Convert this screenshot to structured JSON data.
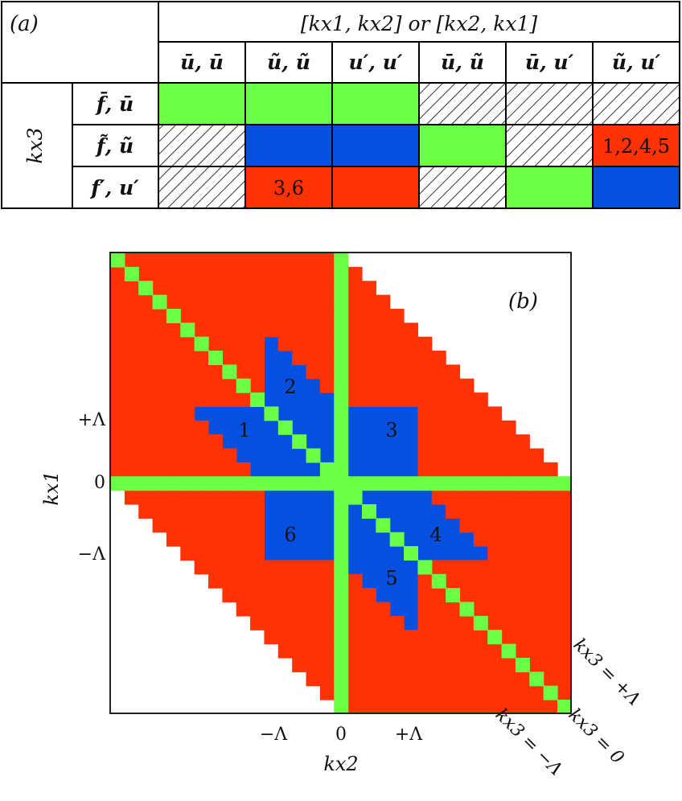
{
  "panel_a": {
    "label": "(a)",
    "col_group_header": "[kx1, kx2] or [kx2, kx1]",
    "row_group_header": "kx3",
    "columns": [
      "ū, ū",
      "ũ, ũ",
      "u′, u′",
      "ū, ũ",
      "ū, u′",
      "ũ, u′"
    ],
    "rows": [
      {
        "label": "f̄, ū",
        "cells": [
          "green",
          "green",
          "green",
          "hatched",
          "hatched",
          "hatched"
        ],
        "cell_labels": [
          "",
          "",
          "",
          "",
          "",
          ""
        ]
      },
      {
        "label": "f̃, ũ",
        "cells": [
          "hatched",
          "blue",
          "blue",
          "green",
          "hatched",
          "red"
        ],
        "cell_labels": [
          "",
          "",
          "",
          "",
          "",
          "1,2,4,5"
        ]
      },
      {
        "label": "f′, u′",
        "cells": [
          "hatched",
          "red",
          "red",
          "hatched",
          "green",
          "blue"
        ],
        "cell_labels": [
          "",
          "3,6",
          "",
          "",
          "",
          ""
        ]
      }
    ]
  },
  "panel_b": {
    "label": "(b)",
    "x_axis_label": "kx2",
    "y_axis_label": "kx1",
    "x_ticks": [
      "−Λ",
      "0",
      "+Λ"
    ],
    "y_ticks": [
      "+Λ",
      "0",
      "−Λ"
    ],
    "region_labels": [
      "1",
      "2",
      "3",
      "4",
      "5",
      "6"
    ],
    "diagonal_labels": [
      "kx3 = +Λ",
      "kx3 = 0",
      "kx3 = −Λ"
    ]
  },
  "colors": {
    "green": "#6aff44",
    "blue": "#0550e0",
    "red": "#fe3205",
    "hatch": "#000000"
  }
}
